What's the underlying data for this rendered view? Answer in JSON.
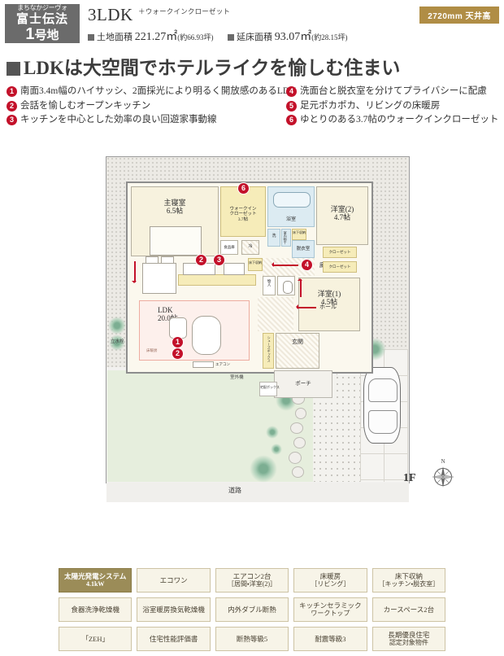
{
  "header": {
    "lot_badge": {
      "brand": "まちなかジーヴォ",
      "name": "富士伝法",
      "number": "1",
      "number_suffix": "号地"
    },
    "plan_type": "3LDK",
    "plan_extra": "＋ウォークインクローゼット",
    "land_area_label": "土地面積",
    "land_area_value": "221.27",
    "land_area_unit": "㎡",
    "land_area_tsubo": "(約66.93坪)",
    "building_area_label": "延床面積",
    "building_area_value": "93.07",
    "building_area_unit": "㎡",
    "building_area_tsubo": "(約28.15坪)",
    "ceiling_badge": "2720mm 天井高"
  },
  "headline": "LDKは大空間でホテルライクを愉しむ住まい",
  "bullets_left": [
    {
      "num": "1",
      "text": "南面3.4m幅のハイサッシ、2面採光により明るく開放感のあるLDK"
    },
    {
      "num": "2",
      "text": "会話を愉しむオープンキッチン"
    },
    {
      "num": "3",
      "text": "キッチンを中心とした効率の良い回遊家事動線"
    }
  ],
  "bullets_right": [
    {
      "num": "4",
      "text": "洗面台と脱衣室を分けてプライバシーに配慮"
    },
    {
      "num": "5",
      "text": "足元ポカポカ、リビングの床暖房"
    },
    {
      "num": "6",
      "text": "ゆとりのある3.7帖のウォークインクローゼット"
    }
  ],
  "floorplan": {
    "floor_tag": "1F",
    "compass_north": "N",
    "road_label": "道路",
    "rooms": [
      {
        "id": "master-bedroom",
        "name": "主寝室",
        "size": "6.5帖"
      },
      {
        "id": "walk-in-closet",
        "name": "ウォークイン\nクローゼット",
        "name_l1": "ウォークイン",
        "name_l2": "クローゼット",
        "size": "3.7帖"
      },
      {
        "id": "bedroom-2",
        "name": "洋室(2)",
        "size": "4.7帖"
      },
      {
        "id": "bedroom-1",
        "name": "洋室(1)",
        "size": "4.5帖"
      },
      {
        "id": "ldk",
        "name": "LDK",
        "size": "20.0帖"
      },
      {
        "id": "bathroom",
        "name": "浴室",
        "size": ""
      },
      {
        "id": "dressing-room",
        "name": "脱衣室",
        "size": ""
      },
      {
        "id": "corridor",
        "name": "廊下",
        "size": ""
      },
      {
        "id": "hall",
        "name": "ホール",
        "size": ""
      },
      {
        "id": "entrance",
        "name": "玄関",
        "size": ""
      },
      {
        "id": "porch",
        "name": "ポーチ",
        "size": ""
      }
    ],
    "small_labels": {
      "wash": "洗",
      "pantry": "食品庫",
      "fridge": "冷",
      "under_floor_storage": "床下収納",
      "under_floor_storage_2": "床下収納",
      "laundry_rack": "室内物干",
      "closet_1": "クローゼット",
      "closet_2": "クローゼット",
      "storage": "物入",
      "shoe_box": "シューズボックス",
      "delivery_box": "宅配ボックス",
      "floor_heating": "床暖房",
      "aircon": "エアコン",
      "outdoor_faucet": "立水栓",
      "outdoor_tap": "室外機"
    }
  },
  "specs": [
    [
      {
        "l1": "太陽光発電システム",
        "l2": "4.1kW",
        "highlight": true
      },
      {
        "l1": "エコワン",
        "l2": "",
        "highlight": false
      },
      {
        "l1": "エアコン2台",
        "l2": "［居間・洋室(2)］",
        "highlight": false
      },
      {
        "l1": "床暖房",
        "l2": "［リビング］",
        "highlight": false
      },
      {
        "l1": "床下収納",
        "l2": "［キッチン・脱衣室］",
        "highlight": false
      }
    ],
    [
      {
        "l1": "食器洗浄乾燥機",
        "l2": "",
        "highlight": false
      },
      {
        "l1": "浴室暖房換気乾燥機",
        "l2": "",
        "highlight": false
      },
      {
        "l1": "内外ダブル断熱",
        "l2": "",
        "highlight": false
      },
      {
        "l1": "キッチンセラミック",
        "l2": "ワークトップ",
        "highlight": false
      },
      {
        "l1": "カースペース2台",
        "l2": "",
        "highlight": false
      }
    ],
    [
      {
        "l1": "「ZEH」",
        "l2": "",
        "highlight": false
      },
      {
        "l1": "住宅性能評価書",
        "l2": "",
        "highlight": false
      },
      {
        "l1": "断熱等級5",
        "l2": "",
        "highlight": false
      },
      {
        "l1": "耐震等級3",
        "l2": "",
        "highlight": false
      },
      {
        "l1": "長期優良住宅",
        "l2": "認定対象物件",
        "highlight": false
      }
    ]
  ]
}
